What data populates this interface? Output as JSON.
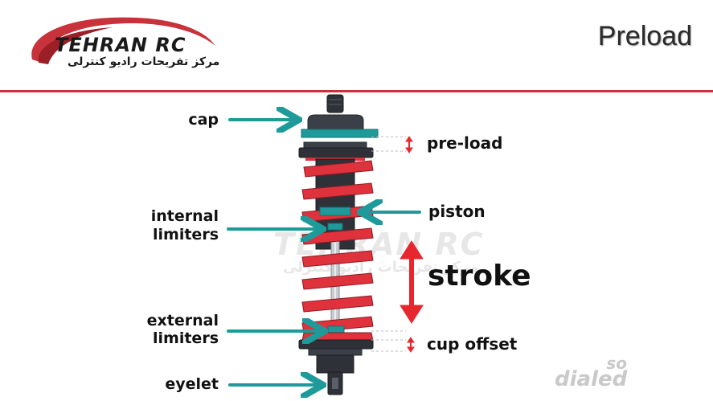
{
  "header": {
    "logo_text": "TEHRAN RC",
    "logo_subtext": "مرکز تفریحات رادیو کنترلی",
    "title": "Preload"
  },
  "labels": {
    "cap": "cap",
    "internal_limiters_line1": "internal",
    "internal_limiters_line2": "limiters",
    "external_limiters_line1": "external",
    "external_limiters_line2": "limiters",
    "eyelet": "eyelet",
    "pre_load": "pre-load",
    "piston": "piston",
    "stroke": "stroke",
    "cup_offset": "cup offset"
  },
  "watermark": {
    "text": "TEHRAN RC",
    "subtext": "مرکز تفریحات رادیو کنترلی"
  },
  "credit": {
    "line1": "so",
    "line2": "dialed"
  },
  "colors": {
    "accent_red": "#c8323a",
    "spring_red": "#e0323c",
    "teal": "#1f9a9a",
    "body_dark": "#2e3238",
    "arrow_red": "#e8262e"
  }
}
